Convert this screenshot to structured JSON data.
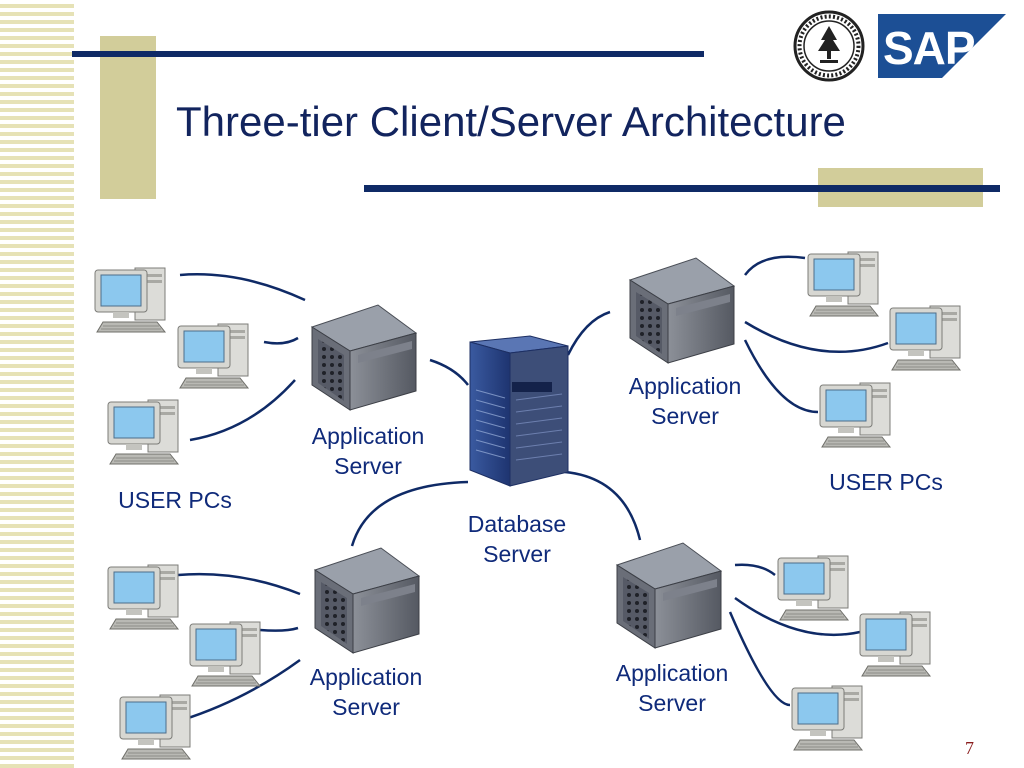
{
  "title": "Three-tier Client/Server Architecture",
  "logos": {
    "university_seal": "university-seal-icon",
    "sap": "SAP"
  },
  "labels": {
    "app_server": [
      "Application",
      "Server"
    ],
    "db_server": [
      "Database",
      "Server"
    ],
    "user_pcs": "USER PCs"
  },
  "page_number": "7",
  "colors": {
    "title": "#12245e",
    "label": "#0f2a7a",
    "rule": "#0f2a66",
    "accent_block": "#d2cd9a",
    "stripes": "#e6e2b6",
    "sap_blue": "#1c4f95",
    "page_number": "#8a1c1c"
  }
}
